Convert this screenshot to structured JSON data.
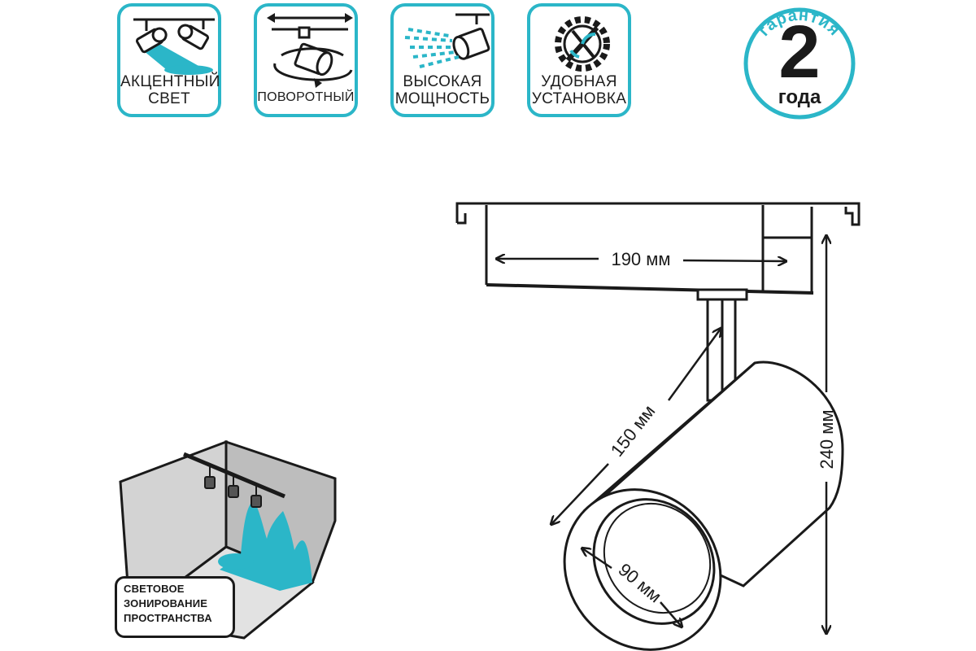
{
  "features": [
    {
      "label_line1": "АКЦЕНТНЫЙ",
      "label_line2": "СВЕТ",
      "icon": "accent-light-icon"
    },
    {
      "label_line1": "ПОВОРОТНЫЙ",
      "label_line2": "",
      "icon": "rotate-icon"
    },
    {
      "label_line1": "ВЫСОКАЯ",
      "label_line2": "МОЩНОСТЬ",
      "icon": "high-power-icon"
    },
    {
      "label_line1": "УДОБНАЯ",
      "label_line2": "УСТАНОВКА",
      "icon": "easy-install-icon"
    }
  ],
  "warranty": {
    "arc_text": "гарантия",
    "number": "2",
    "unit": "года"
  },
  "room": {
    "line1": "СВЕТОВОЕ",
    "line2": "ЗОНИРОВАНИЕ",
    "line3": "ПРОСТРАНСТВА"
  },
  "dimensions": {
    "width": "190 мм",
    "length": "150 мм",
    "height": "240 мм",
    "diameter": "90 мм"
  },
  "colors": {
    "accent": "#2bb6c8",
    "line": "#1a1a1a",
    "wall": "#c9c9c9"
  }
}
